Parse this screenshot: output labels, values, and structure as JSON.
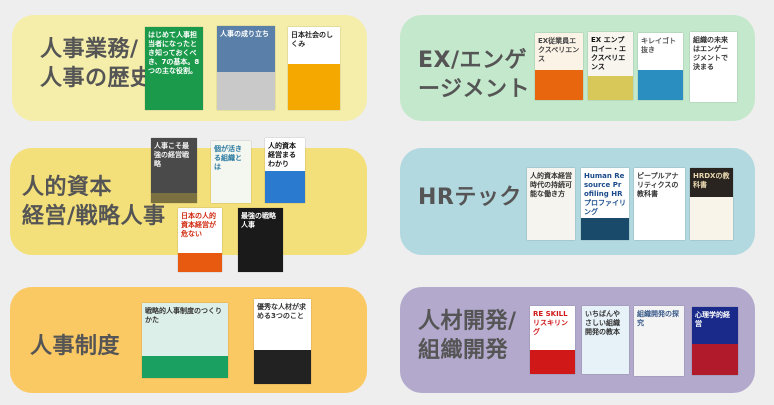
{
  "colors": {
    "background": "#eeeeee",
    "text": "#555555"
  },
  "categories": [
    {
      "label": "人事業務/\n人事の歴史",
      "color": "#f5eeaa",
      "books": [
        {
          "title": "はじめて人事担当者になったとき知っておくべき、7の基本。8つの主な役割。",
          "bg": "#1a9a4a",
          "fg": "#ffffff",
          "band": "#1a9a4a"
        },
        {
          "title": "人事の成り立ち",
          "bg": "#5a7fa8",
          "fg": "#ffffff",
          "band": "#c9c9c9"
        },
        {
          "title": "日本社会のしくみ",
          "bg": "#ffffff",
          "fg": "#222222",
          "band": "#f5a800"
        }
      ]
    },
    {
      "label": "EX/エンゲ\nージメント",
      "color": "#c3e8cc",
      "books": [
        {
          "title": "EX従業員エクスペリエンス",
          "bg": "#fbf3e6",
          "fg": "#444444",
          "band": "#e8660e"
        },
        {
          "title": "EX エンプロイー・エクスペリエンス",
          "bg": "#f7f5ee",
          "fg": "#111111",
          "band": "#d8c85a"
        },
        {
          "title": "キレイゴト抜き",
          "bg": "#ffffff",
          "fg": "#555555",
          "band": "#2a8ec0"
        },
        {
          "title": "組織の未来はエンゲージメントで決まる",
          "bg": "#ffffff",
          "fg": "#333333",
          "band": "#ffffff"
        }
      ]
    },
    {
      "label": "人的資本\n経営/戦略人事",
      "color": "#f4e07a",
      "books": [
        {
          "title": "人事こそ最強の経営戦略",
          "bg": "#4a4a4a",
          "fg": "#f0f0f0",
          "band": "#7a7040"
        },
        {
          "title": "個が活きる組織とは",
          "bg": "#f4f6f0",
          "fg": "#2a7aa0",
          "band": "#f4f6f0"
        },
        {
          "title": "人的資本経営まるわかり",
          "bg": "#ffffff",
          "fg": "#111111",
          "band": "#2a7ad0"
        },
        {
          "title": "日本の人的資本経営が危ない",
          "bg": "#ffffff",
          "fg": "#d02a10",
          "band": "#e85a10"
        },
        {
          "title": "最強の戦略人事",
          "bg": "#1a1a1a",
          "fg": "#ffffff",
          "band": "#1a1a1a"
        }
      ]
    },
    {
      "label": "HRテック",
      "color": "#b2d8e0",
      "books": [
        {
          "title": "人的資本経営時代の持続可能な働き方",
          "bg": "#f6f4ee",
          "fg": "#333333",
          "band": "#f6f4ee"
        },
        {
          "title": "Human Resource Profiling HRプロファイリング",
          "bg": "#ffffff",
          "fg": "#1a4a8a",
          "band": "#1a4a6a"
        },
        {
          "title": "ピープルアナリティクスの教科書",
          "bg": "#ffffff",
          "fg": "#333333",
          "band": "#ffffff"
        },
        {
          "title": "HRDXの教科書",
          "bg": "#2a2420",
          "fg": "#e8d8b0",
          "band": "#f8f4ea"
        }
      ]
    },
    {
      "label": "人事制度",
      "color": "#fbc964",
      "books": [
        {
          "title": "戦略的人事制度のつくりかた",
          "bg": "#dcefe8",
          "fg": "#333333",
          "band": "#1aa060"
        },
        {
          "title": "優秀な人材が求める3つのこと",
          "bg": "#ffffff",
          "fg": "#333333",
          "band": "#222222"
        }
      ]
    },
    {
      "label": "人材開発/\n組織開発",
      "color": "#b3a9cd",
      "books": [
        {
          "title": "RE SKILL リスキリング",
          "bg": "#ffffff",
          "fg": "#d01818",
          "band": "#d01818"
        },
        {
          "title": "いちばんやさしい組織開発の教本",
          "bg": "#e6f2f8",
          "fg": "#333333",
          "band": "#e6f2f8"
        },
        {
          "title": "組織開発の探究",
          "bg": "#f4f4f4",
          "fg": "#3a5a8a",
          "band": "#f4f4f4"
        },
        {
          "title": "心理学的経営",
          "bg": "#1a2a8a",
          "fg": "#ffffff",
          "band": "#b01a2a"
        }
      ]
    }
  ]
}
